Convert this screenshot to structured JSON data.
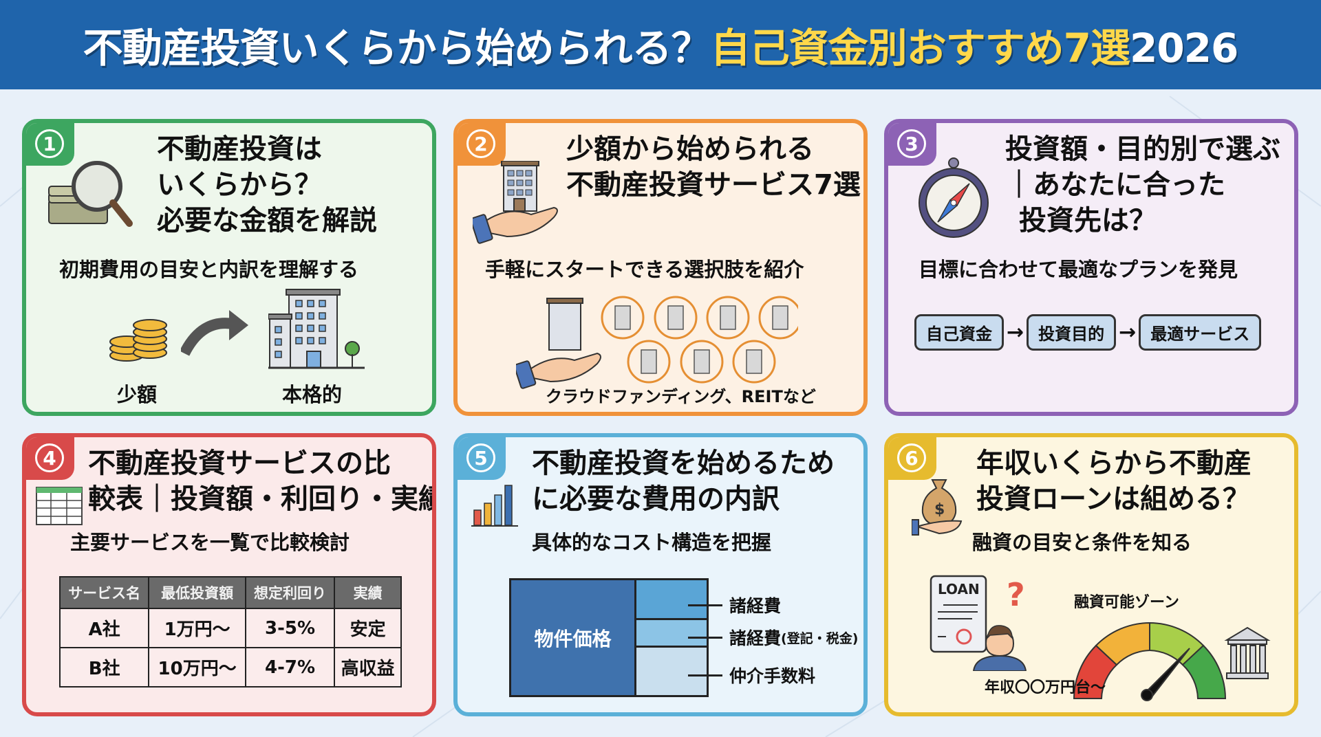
{
  "header": {
    "title_main": "不動産投資いくらから始められる？",
    "title_highlight": "自己資金別おすすめ7選",
    "title_year": "2026",
    "colors": {
      "background": "#1f64ab",
      "text": "#ffffff",
      "highlight": "#ffd84a"
    }
  },
  "cards": [
    {
      "number": "1",
      "color": "#3da660",
      "title_lines": [
        "不動産投資は",
        "いくらから？",
        "必要な金額を解説"
      ],
      "subtitle": "初期費用の目安と内訳を理解する",
      "icon": "money-magnifier-icon",
      "illustration": {
        "from_label": "少額",
        "to_label": "本格的",
        "from_icon": "coin-stack-icon",
        "to_icon": "office-building-icon"
      }
    },
    {
      "number": "2",
      "color": "#f0923a",
      "title_lines": [
        "少額から始められる",
        "不動産投資サービス7選"
      ],
      "subtitle": "手軽にスタートできる選択肢を紹介",
      "icon": "hand-holding-building-icon",
      "illustration": {
        "building_count": 7,
        "caption": "クラウドファンディング、REITなど"
      }
    },
    {
      "number": "3",
      "color": "#8d62b5",
      "title_lines": [
        "投資額・目的別で選ぶ",
        "｜あなたに合った",
        "投資先は？"
      ],
      "subtitle": "目標に合わせて最適なプランを発見",
      "icon": "compass-icon",
      "flow": [
        "自己資金",
        "投資目的",
        "最適サービス"
      ],
      "flow_arrow": "→"
    },
    {
      "number": "4",
      "color": "#d84a4a",
      "title_lines": [
        "不動産投資サービスの比",
        "較表｜投資額・利回り・実績"
      ],
      "subtitle": "主要サービスを一覧で比較検討",
      "icon": "spreadsheet-icon",
      "table": {
        "headers": [
          "サービス名",
          "最低投資額",
          "想定利回り",
          "実績"
        ],
        "rows": [
          [
            "A社",
            "1万円〜",
            "3-5%",
            "安定"
          ],
          [
            "B社",
            "10万円〜",
            "4-7%",
            "高収益"
          ]
        ]
      }
    },
    {
      "number": "5",
      "color": "#5bb0d8",
      "title_lines": [
        "不動産投資を始めるため",
        "に必要な費用の内訳"
      ],
      "subtitle": "具体的なコスト構造を把握",
      "icon": "bar-chart-icon",
      "breakdown": {
        "main_label": "物件価格",
        "items": [
          {
            "label": "諸経費",
            "note": "",
            "color": "#5aa5d6"
          },
          {
            "label": "諸経費",
            "note": "(登記・税金)",
            "color": "#8cc4e6"
          },
          {
            "label": "仲介手数料",
            "note": "",
            "color": "#c9dfee"
          }
        ]
      }
    },
    {
      "number": "6",
      "color": "#e6bb2e",
      "title_lines": [
        "年収いくらから不動産",
        "投資ローンは組める？"
      ],
      "subtitle": "融資の目安と条件を知る",
      "icon": "money-bag-hand-icon",
      "illustration": {
        "document_label": "LOAN",
        "gauge_label": "融資可能ゾーン",
        "income_label": "年収〇〇万円台〜",
        "question_mark": "?"
      }
    }
  ]
}
